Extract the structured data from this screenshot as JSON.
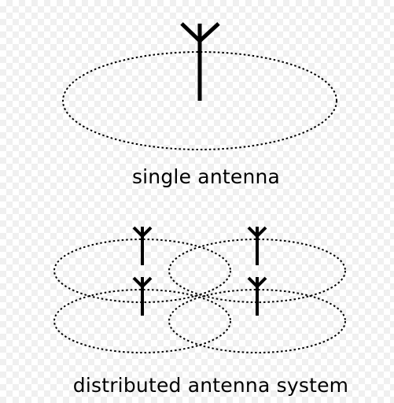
{
  "panels": {
    "single": {
      "caption": "single antenna"
    },
    "distributed": {
      "caption": "distributed antenna system"
    }
  },
  "colors": {
    "stroke": "#000000",
    "background": "#ffffff"
  },
  "icons": {
    "antenna": "antenna-icon",
    "coverage": "dotted-ellipse-coverage-area"
  }
}
